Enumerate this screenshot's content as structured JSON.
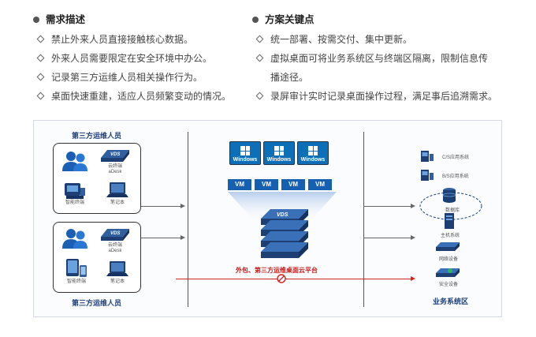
{
  "requirements": {
    "title": "需求描述",
    "items": [
      "禁止外来人员直接接触核心数据。",
      "外来人员需要限定在安全环境中办公。",
      "记录第三方运维人员相关操作行为。",
      "桌面快速重建，适应人员频繁变动的情况。"
    ]
  },
  "solution": {
    "title": "方案关键点",
    "items": [
      "统一部署、按需交付、集中更新。",
      "虚拟桌面可将业务系统区与终端区隔离，限制信息传",
      "播途径。",
      "录屏审计实时记录桌面操作过程，满足事后追溯需求。"
    ]
  },
  "diagram": {
    "top_group_label": "第三方运维人员",
    "bottom_group_label": "第三方运维人员",
    "top_devices": {
      "cloud_terminal_brand": "VDS",
      "cloud_terminal_caption_1": "云终端",
      "cloud_terminal_caption_2": "aDesk",
      "smart_terminal": "智能终端",
      "laptop": "笔记本"
    },
    "bottom_devices": {
      "cloud_terminal_brand": "VDS",
      "cloud_terminal_caption_1": "云终端",
      "cloud_terminal_caption_2": "aDesk",
      "smart_terminal": "智能终端",
      "laptop": "笔记本"
    },
    "windows_labels": [
      "Windows",
      "Windows",
      "Windows"
    ],
    "vm_labels": [
      "VM",
      "VM",
      "VM",
      "VM"
    ],
    "server_brand": "VDS",
    "platform_label": "外包、第三方运维桌面云平台",
    "business_zone_label": "业务系统区",
    "right_items": {
      "cs_app": "C/S应用系统",
      "bs_app": "B/S应用系统",
      "database": "数据库",
      "host_system": "主机系统",
      "network_device": "网络设备",
      "security_device": "安全设备"
    },
    "colors": {
      "accent_blue": "#1560b0",
      "deny_red": "#d42020",
      "label_navy": "#1f3f7a"
    }
  }
}
